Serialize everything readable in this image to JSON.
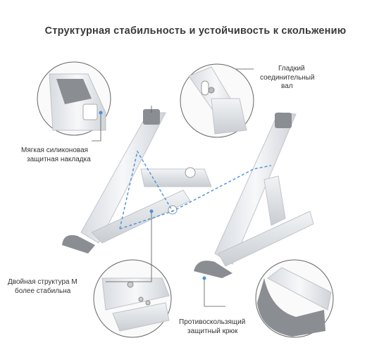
{
  "title": "Структурная стабильность и устойчивость к скольжению",
  "labels": {
    "shaft": [
      "Гладкий",
      "соединительный",
      "вал"
    ],
    "pad": [
      "Мягкая силиконовая",
      "защитная накладка"
    ],
    "double": [
      "Двойная структура М",
      "более стабильна"
    ],
    "hook": [
      "Противоскользящий",
      "защитный крюк"
    ]
  },
  "colors": {
    "accent": "#4a90d9",
    "aluminum": "#e9ecef",
    "silicone": "#8a8d91",
    "callout_line": "#555555"
  }
}
